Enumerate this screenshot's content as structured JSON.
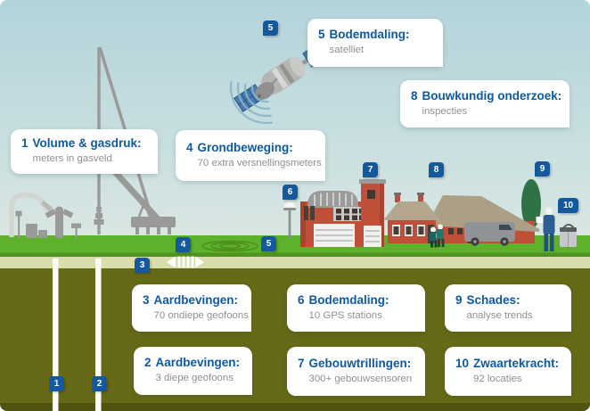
{
  "cards": [
    {
      "number": "1",
      "title": "Volume & gasdruk:",
      "subtitle": "meters in gasveld"
    },
    {
      "number": "2",
      "title": "Aardbevingen:",
      "subtitle": "3 diepe geofoons"
    },
    {
      "number": "3",
      "title": "Aardbevingen:",
      "subtitle": "70 ondiepe geofoons"
    },
    {
      "number": "4",
      "title": "Grondbeweging:",
      "subtitle": "70 extra versnellingsmeters"
    },
    {
      "number": "5",
      "title": "Bodemdaling:",
      "subtitle": "satelliet"
    },
    {
      "number": "6",
      "title": "Bodemdaling:",
      "subtitle": "10 GPS stations"
    },
    {
      "number": "7",
      "title": "Gebouwtrillingen:",
      "subtitle": "300+ gebouwsensoren"
    },
    {
      "number": "8",
      "title": "Bouwkundig onderzoek:",
      "subtitle": "inspecties"
    },
    {
      "number": "9",
      "title": "Schades:",
      "subtitle": "analyse trends"
    },
    {
      "number": "10",
      "title": "Zwaartekracht:",
      "subtitle": "92 locaties"
    }
  ],
  "markers": [
    {
      "label": "1"
    },
    {
      "label": "2"
    },
    {
      "label": "3"
    },
    {
      "label": "4"
    },
    {
      "label": "5"
    },
    {
      "label": "5"
    },
    {
      "label": "6"
    },
    {
      "label": "7"
    },
    {
      "label": "8"
    },
    {
      "label": "9"
    },
    {
      "label": "10"
    }
  ],
  "colors": {
    "accent_blue": "#14599d",
    "title_blue": "#0d59a3",
    "subtitle_gray": "#8d9093",
    "sky_top": "#b3d3db",
    "sky_bottom": "#e0eae5",
    "grass_green": "#5db12b",
    "soil_light": "#d9ddac",
    "soil_dark": "#666a16",
    "card_bg": "#ffffff"
  },
  "scene_icons": [
    "gas-facility-icon",
    "wellhead-icon",
    "drilling-rig-icon",
    "crane-base-icon",
    "satellite-icon",
    "signal-waves-icon",
    "subsidence-ripples-icon",
    "underground-sensor-arrow-icon",
    "borehole-pipe-1",
    "borehole-pipe-2",
    "gps-station-icon",
    "fire-station-building-icon",
    "farmhouse-icon",
    "van-icon",
    "tree-icon",
    "inspectors-icon",
    "technician-icon",
    "gravimeter-icon"
  ]
}
